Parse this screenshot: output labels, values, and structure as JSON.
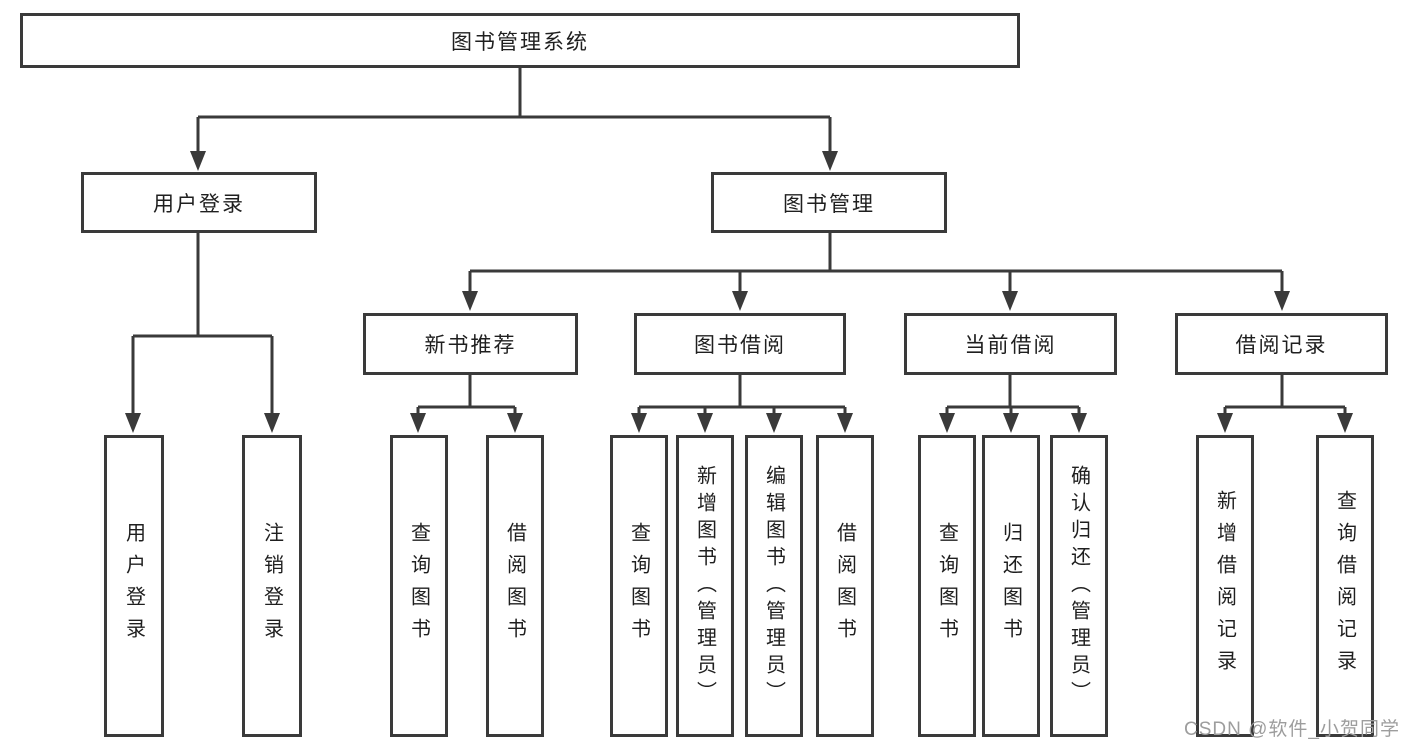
{
  "colors": {
    "line": "#3a3a3a",
    "text": "#1f1f1f",
    "wm": "#9d9d9d",
    "bg": "#ffffff"
  },
  "tree": {
    "root": {
      "label": "图书管理系统",
      "children": [
        {
          "label": "用户登录",
          "children": [
            {
              "label": "用户登录"
            },
            {
              "label": "注销登录"
            }
          ]
        },
        {
          "label": "图书管理",
          "children": [
            {
              "label": "新书推荐",
              "children": [
                {
                  "label": "查询图书"
                },
                {
                  "label": "借阅图书"
                }
              ]
            },
            {
              "label": "图书借阅",
              "children": [
                {
                  "label": "查询图书"
                },
                {
                  "label": "新增图书（管理员）"
                },
                {
                  "label": "编辑图书（管理员）"
                },
                {
                  "label": "借阅图书"
                }
              ]
            },
            {
              "label": "当前借阅",
              "children": [
                {
                  "label": "查询图书"
                },
                {
                  "label": "归还图书"
                },
                {
                  "label": "确认归还（管理员）"
                }
              ]
            },
            {
              "label": "借阅记录",
              "children": [
                {
                  "label": "新增借阅记录"
                },
                {
                  "label": "查询借阅记录"
                }
              ]
            }
          ]
        }
      ]
    }
  },
  "watermark": {
    "text": "CSDN @软件_小贺同学"
  }
}
